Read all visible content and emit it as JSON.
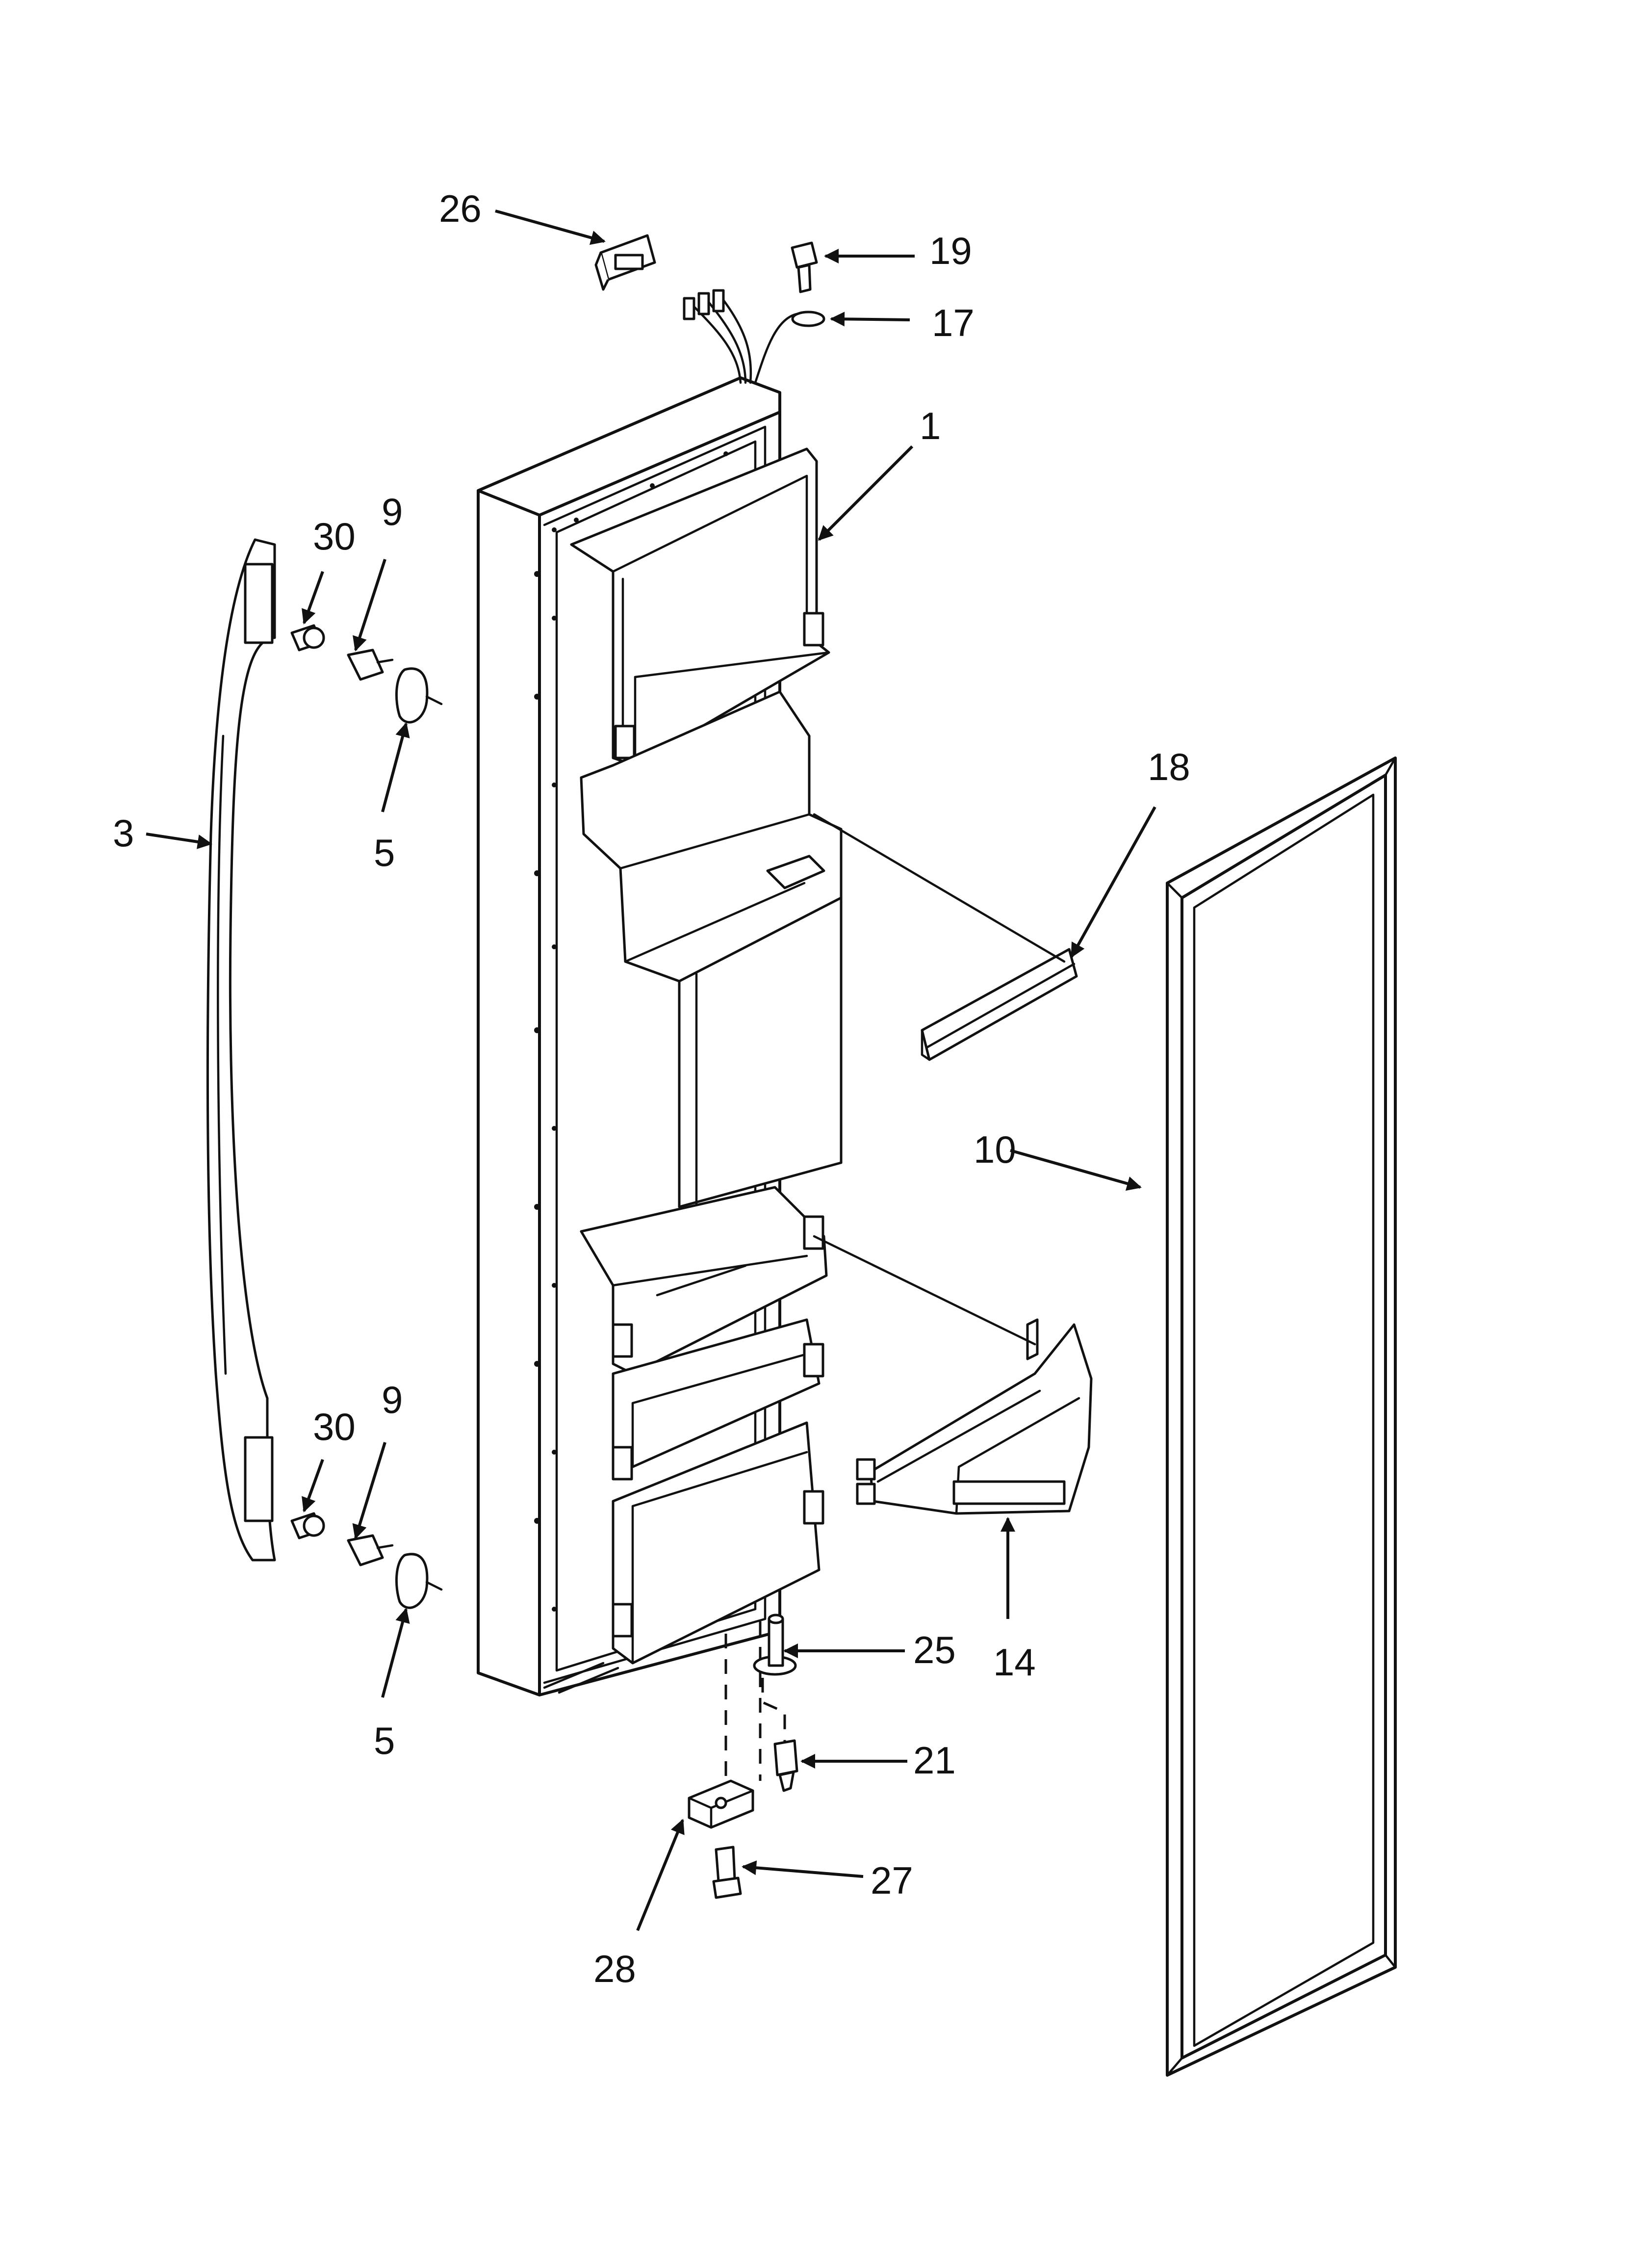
{
  "callouts": {
    "c26": "26",
    "c19": "19",
    "c17": "17",
    "c1": "1",
    "c30_top": "30",
    "c9_top": "9",
    "c3": "3",
    "c5_top": "5",
    "c18": "18",
    "c10": "10",
    "c30_bottom": "30",
    "c9_bottom": "9",
    "c14": "14",
    "c25": "25",
    "c5_bottom": "5",
    "c21": "21",
    "c27": "27",
    "c28": "28"
  },
  "colors": {
    "ink": "#111111",
    "paper": "#ffffff"
  }
}
